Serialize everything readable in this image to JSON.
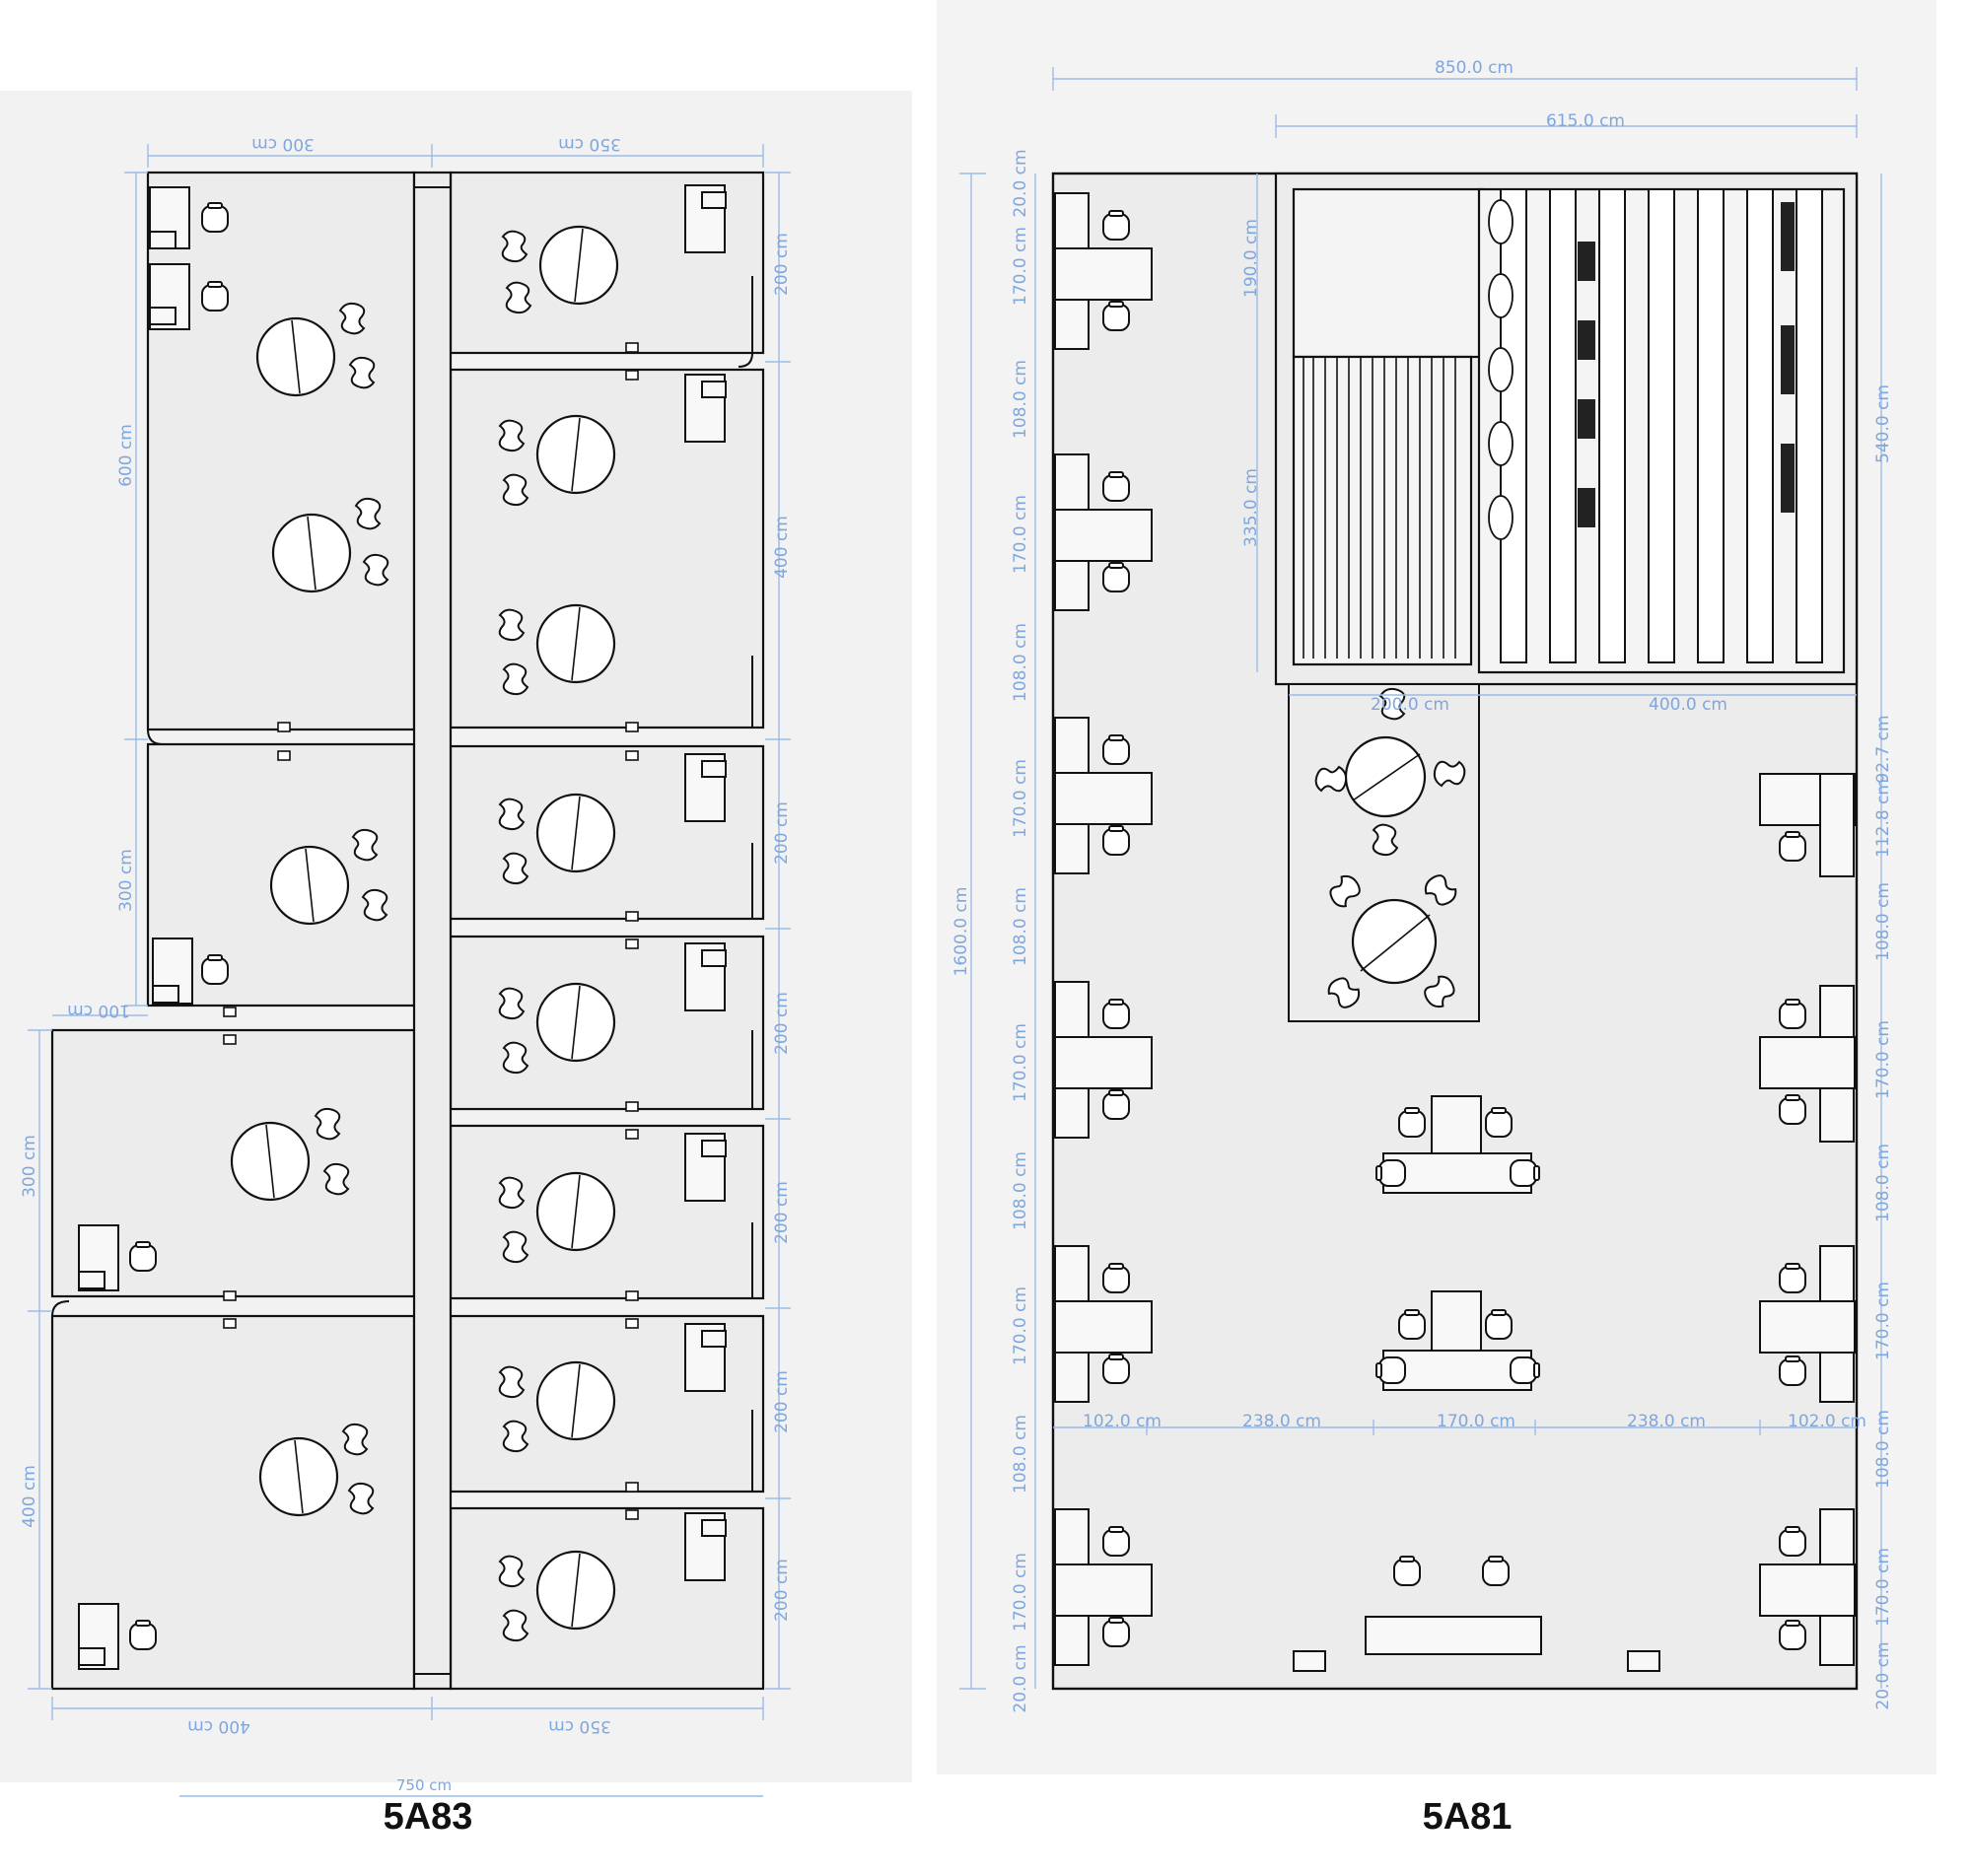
{
  "plans": {
    "left": {
      "title": "5A83",
      "dims": {
        "top_left": "300 cm",
        "top_right": "350 cm",
        "left_upper": "600 cm",
        "left_middle": "300 cm",
        "step": "100 cm",
        "left_lower1": "300 cm",
        "left_lower2": "400 cm",
        "right_r1": "200 cm",
        "right_r2": "400 cm",
        "right_r3": "200 cm",
        "right_r4": "200 cm",
        "right_r5": "200 cm",
        "right_r6": "200 cm",
        "right_r7": "200 cm",
        "bottom_left": "400 cm",
        "bottom_right": "350 cm",
        "total_width": "750 cm"
      }
    },
    "right": {
      "title": "5A81",
      "dims": {
        "total_width": "850.0 cm",
        "pantry_width": "615.0 cm",
        "total_height": "1600.0 cm",
        "left_col": [
          "20.0 cm",
          "170.0 cm",
          "108.0 cm",
          "170.0 cm",
          "108.0 cm",
          "170.0 cm",
          "108.0 cm",
          "170.0 cm",
          "108.0 cm",
          "170.0 cm",
          "108.0 cm",
          "170.0 cm",
          "20.0 cm"
        ],
        "inner_upper": "190.0 cm",
        "inner_lower": "335.0 cm",
        "right_upper": "540.0 cm",
        "right_col": [
          "92.7 cm",
          "112.8 cm",
          "108.0 cm",
          "170.0 cm",
          "108.0 cm",
          "170.0 cm",
          "108.0 cm",
          "170.0 cm",
          "20.0 cm"
        ],
        "lounge_width": "200.0 cm",
        "open_width": "400.0 cm",
        "row": [
          "102.0 cm",
          "238.0 cm",
          "170.0 cm",
          "238.0 cm",
          "102.0 cm"
        ]
      }
    }
  }
}
